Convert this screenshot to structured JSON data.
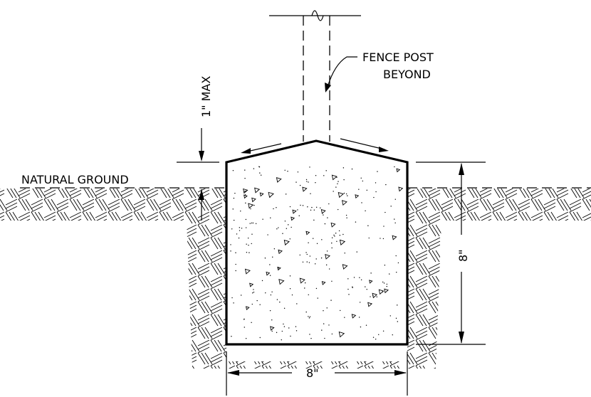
{
  "labels": {
    "natural_ground": "NATURAL GROUND",
    "fence_post": "FENCE POST",
    "fence_post_2": "BEYOND",
    "max_dim": "1\" MAX",
    "height_dim": "8\"",
    "width_dim": "8\""
  }
}
